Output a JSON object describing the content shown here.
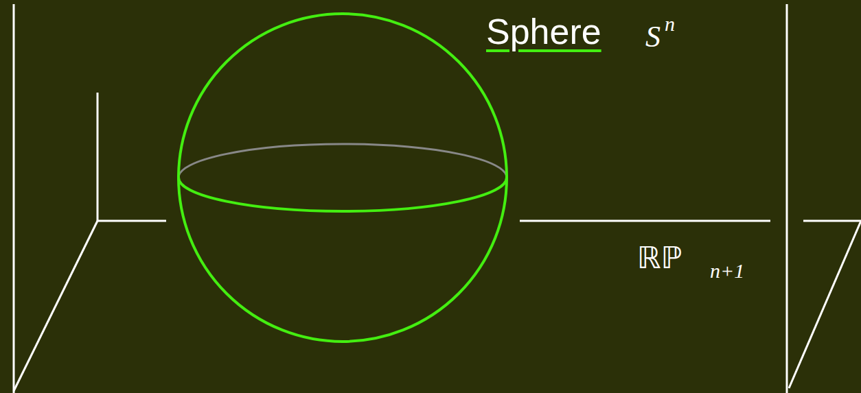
{
  "diagram": {
    "labels": [
      "Sphere",
      "S",
      "n",
      "ℝℙ",
      "n+1"
    ]
  }
}
